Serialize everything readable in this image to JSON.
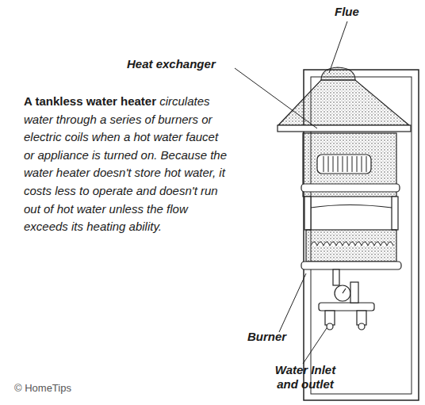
{
  "diagram": {
    "labels": [
      "Flue",
      "Heat exchanger",
      "A tankless water heater",
      "circulates water through a series of burners or electric coils when a hot water faucet or appliance is turned on. Because the water heater doesn't store hot water, it costs less to operate and doesn't run out of hot water unless the flow exceeds its heating ability.",
      "Burner",
      "Water Inlet and outlet",
      "© HomeTips"
    ]
  }
}
